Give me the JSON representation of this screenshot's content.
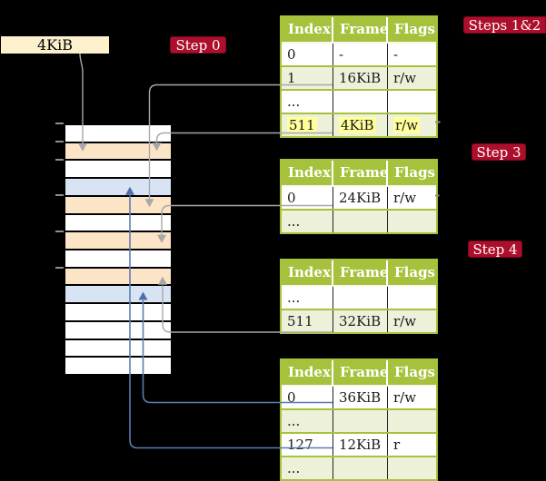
{
  "colors": {
    "olive": "#a6c13c",
    "light_green": "#edf1da",
    "highlight_yellow": "#ffff9c",
    "badge_red": "#ad0e2b",
    "peach": "#fce4c7",
    "page_blue": "#d8e3f3",
    "cream": "#fcf0cd",
    "line_gray": "#a8a8a8",
    "line_blue": "#5b7cb3",
    "arrow_blue": "#4e6fa9",
    "ink": "#1a1a1a"
  },
  "size_label": {
    "text": "4KiB"
  },
  "badges": {
    "step0": "Step 0",
    "steps_1_2": "Steps 1&2",
    "step3": "Step 3",
    "step4": "Step 4"
  },
  "memory": {
    "rows": [
      {
        "kind": "plain"
      },
      {
        "kind": "peach"
      },
      {
        "kind": "plain"
      },
      {
        "kind": "blue"
      },
      {
        "kind": "peach"
      },
      {
        "kind": "plain"
      },
      {
        "kind": "peach"
      },
      {
        "kind": "plain"
      },
      {
        "kind": "peach"
      },
      {
        "kind": "blue"
      },
      {
        "kind": "plain"
      },
      {
        "kind": "plain"
      },
      {
        "kind": "plain"
      },
      {
        "kind": "plain"
      }
    ]
  },
  "tables": [
    {
      "id": "table-steps-1-2",
      "headers": [
        "Index",
        "Frame",
        "Flags"
      ],
      "rows": [
        {
          "cells": [
            "0",
            "-",
            "-"
          ]
        },
        {
          "cells": [
            "1",
            "16KiB",
            "r/w"
          ]
        },
        {
          "cells": [
            "...",
            "",
            ""
          ]
        },
        {
          "cells": [
            "511",
            "4KiB",
            "r/w"
          ],
          "highlight": true
        }
      ]
    },
    {
      "id": "table-step-3",
      "headers": [
        "Index",
        "Frame",
        "Flags"
      ],
      "rows": [
        {
          "cells": [
            "0",
            "24KiB",
            "r/w"
          ]
        },
        {
          "cells": [
            "...",
            "",
            ""
          ]
        }
      ]
    },
    {
      "id": "table-step-4",
      "headers": [
        "Index",
        "Frame",
        "Flags"
      ],
      "rows": [
        {
          "cells": [
            "...",
            "",
            ""
          ]
        },
        {
          "cells": [
            "511",
            "32KiB",
            "r/w"
          ]
        }
      ]
    },
    {
      "id": "table-final",
      "headers": [
        "Index",
        "Frame",
        "Flags"
      ],
      "rows": [
        {
          "cells": [
            "0",
            "36KiB",
            "r/w"
          ]
        },
        {
          "cells": [
            "...",
            "",
            ""
          ]
        },
        {
          "cells": [
            "127",
            "12KiB",
            "r"
          ]
        },
        {
          "cells": [
            "...",
            "",
            ""
          ]
        }
      ]
    }
  ],
  "connectors": [
    {
      "from": "size-label-4KiB",
      "to": "memory-row-2",
      "color": "gray"
    },
    {
      "from": "table-steps-1-2-row-1",
      "to": "memory-row-5",
      "color": "gray"
    },
    {
      "from": "table-steps-1-2-row-511",
      "to": "memory-row-2",
      "color": "gray"
    },
    {
      "from": "table-step-3-row-0",
      "to": "memory-row-7",
      "color": "gray"
    },
    {
      "from": "table-step-4-row-511",
      "to": "memory-row-9",
      "color": "gray"
    },
    {
      "from": "table-final-row-0",
      "to": "memory-row-10",
      "color": "blue"
    },
    {
      "from": "table-final-row-127",
      "to": "memory-row-4",
      "color": "blue"
    }
  ]
}
